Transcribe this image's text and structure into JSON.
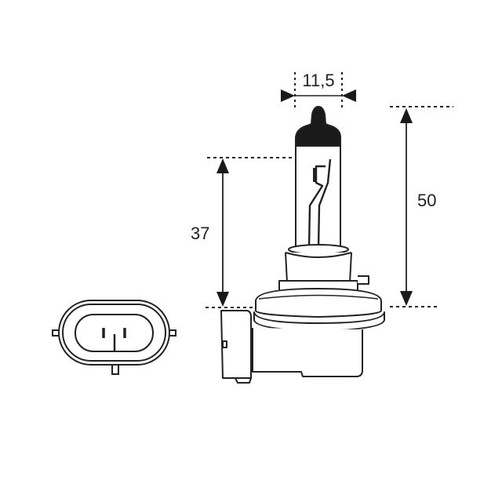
{
  "diagram": {
    "subject": "halogen bulb technical drawing",
    "colors": {
      "line": "#222222",
      "fill_dark": "#1a1a1a",
      "background": "#ffffff"
    },
    "dimensions": {
      "width_label": "11,5",
      "total_height_label": "50",
      "light_center_height_label": "37"
    },
    "views": [
      {
        "name": "side-view",
        "description": "bulb side elevation"
      },
      {
        "name": "connector-view",
        "description": "plug end view with two pins"
      }
    ]
  }
}
